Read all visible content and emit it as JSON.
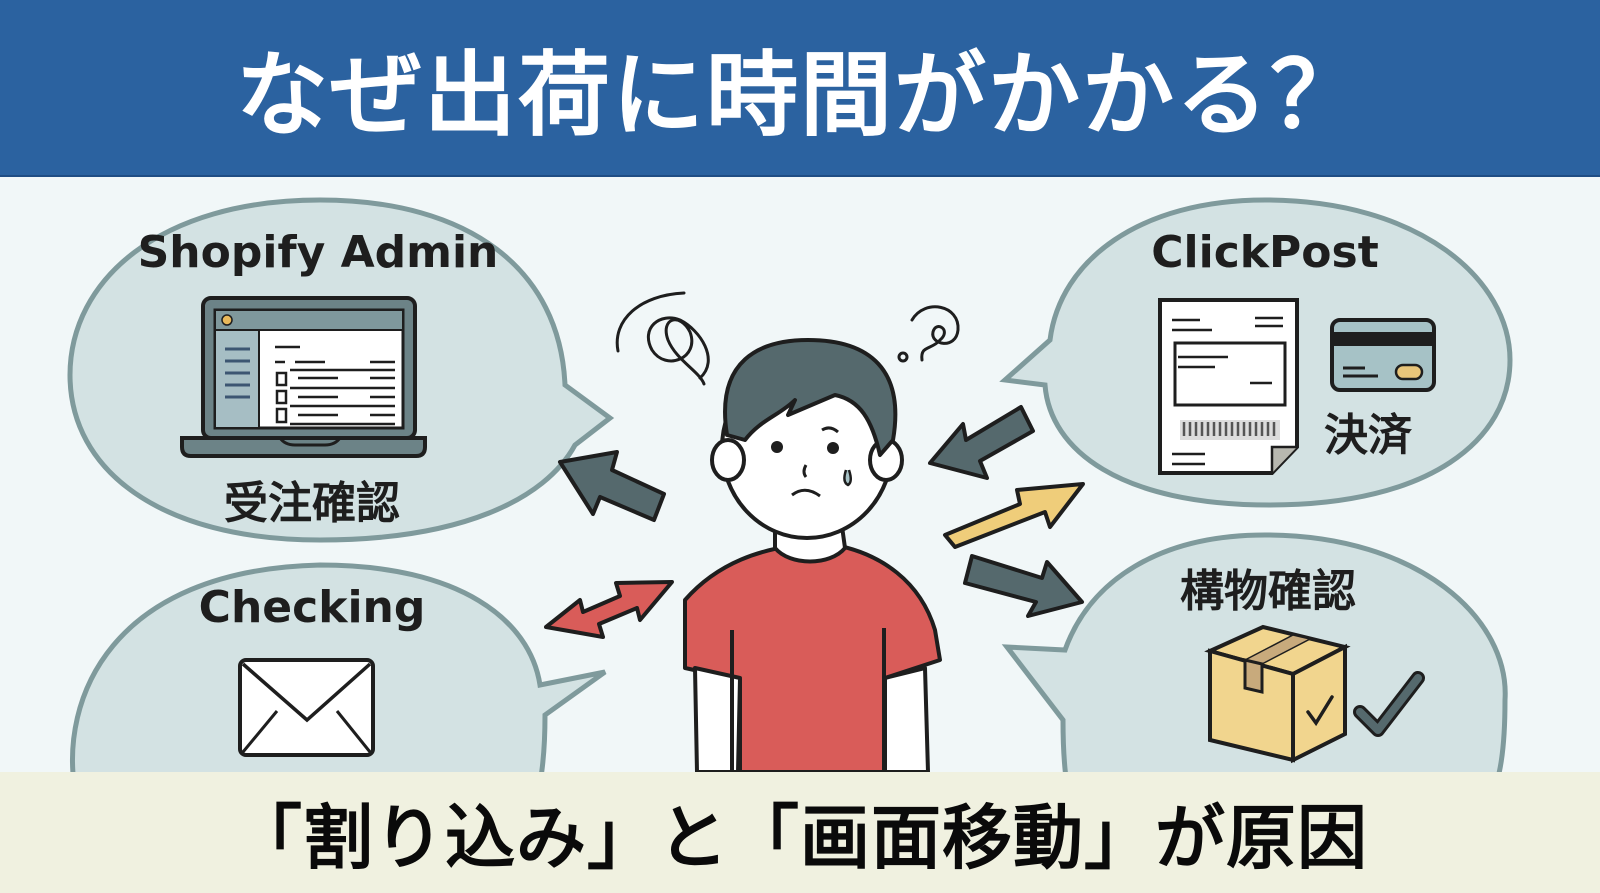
{
  "header": {
    "title": "なぜ出荷に時間がかかる？",
    "background": "#2b62a0"
  },
  "bubbles": {
    "shopify": {
      "title": "Shopify Admin",
      "caption": "受注確認",
      "icon": "laptop-admin-icon"
    },
    "checking": {
      "title": "Checking",
      "icon": "envelope-icon"
    },
    "clickpost": {
      "title": "ClickPost",
      "caption": "決済",
      "icon": "shipping-label-icon",
      "secondary_icon": "credit-card-icon"
    },
    "inspection": {
      "title": "構物確認",
      "icon": "cardboard-box-icon",
      "secondary_icon": "checkmark-icon"
    }
  },
  "center": {
    "figure": "confused-person",
    "icons": [
      "scribble-icon",
      "question-squiggle-icon"
    ]
  },
  "arrows": [
    {
      "name": "arrow-to-shopify",
      "color": "#55696d"
    },
    {
      "name": "arrow-double-checking",
      "color": "#d95c59"
    },
    {
      "name": "arrow-from-clickpost",
      "color": "#55696d"
    },
    {
      "name": "arrow-to-clickpost",
      "color": "#efcd7a"
    },
    {
      "name": "arrow-to-inspection",
      "color": "#55696d"
    }
  ],
  "colors": {
    "bubble_fill": "#d3e2e3",
    "bubble_stroke": "#7f9a9c",
    "shirt": "#d95c59",
    "hair": "#55696d",
    "footer_bg": "#f0f1e0"
  },
  "footer": {
    "text": "「割り込み」と「画面移動」が原因"
  }
}
